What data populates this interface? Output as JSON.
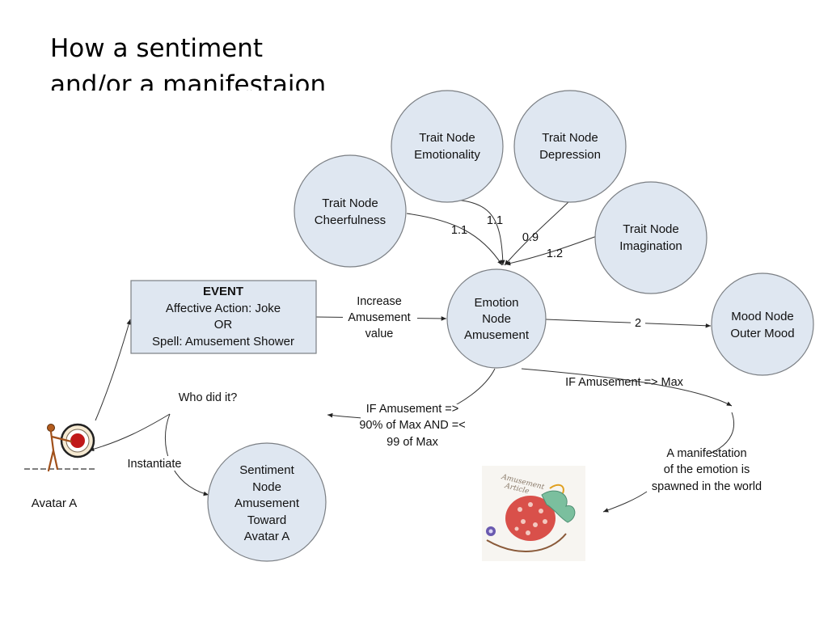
{
  "title": {
    "line1": "How a sentiment",
    "line2": "and/or a manifestaion"
  },
  "nodes": {
    "trait_emotionality": {
      "line1": "Trait Node",
      "line2": "Emotionality"
    },
    "trait_depression": {
      "line1": "Trait Node",
      "line2": "Depression"
    },
    "trait_cheerfulness": {
      "line1": "Trait Node",
      "line2": "Cheerfulness"
    },
    "trait_imagination": {
      "line1": "Trait Node",
      "line2": "Imagination"
    },
    "emotion": {
      "line1": "Emotion",
      "line2": "Node",
      "line3": "Amusement"
    },
    "mood": {
      "line1": "Mood Node",
      "line2": "Outer Mood"
    },
    "sentiment": {
      "line1": "Sentiment",
      "line2": "Node",
      "line3": "Amusement",
      "line4": "Toward",
      "line5": "Avatar A"
    }
  },
  "event": {
    "heading": "EVENT",
    "line1": "Affective Action: Joke",
    "line2": "OR",
    "line3": "Spell: Amusement Shower"
  },
  "edges": {
    "cheerfulness_weight": "1.1",
    "emotionality_weight": "1.1",
    "depression_weight": "0.9",
    "imagination_weight": "1.2",
    "increase": {
      "line1": "Increase",
      "line2": "Amusement",
      "line3": "value"
    },
    "mood_weight": "2",
    "if_max": "IF Amusement =>  Max",
    "if_90": {
      "line1": "IF Amusement =>",
      "line2": "90% of Max AND =<",
      "line3": "99  of Max"
    },
    "who": "Who did it?",
    "instantiate": "Instantiate",
    "manifestation": {
      "line1": "A manifestation",
      "line2": "of the emotion is",
      "line3": "spawned in the world"
    }
  },
  "avatar": {
    "label": "Avatar A"
  },
  "artifact": {
    "logo_line1": "Amusement",
    "logo_line2": "Article"
  },
  "colors": {
    "node_fill": "#dfe7f1",
    "node_stroke": "#7b7f84",
    "edge": "#333333"
  }
}
